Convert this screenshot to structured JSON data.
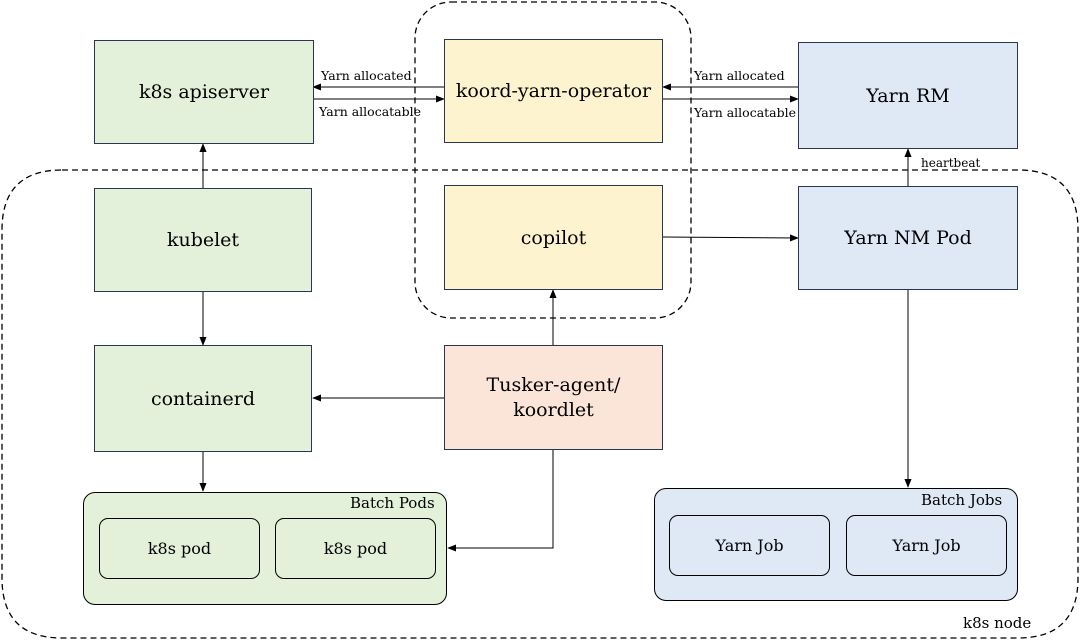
{
  "nodes": {
    "apiserver": "k8s apiserver",
    "operator": "koord-yarn-operator",
    "yarn_rm": "Yarn RM",
    "kubelet": "kubelet",
    "copilot": "copilot",
    "yarn_nm_pod": "Yarn NM Pod",
    "containerd": "containerd",
    "tusker_line1": "Tusker-agent/",
    "tusker_line2": "koordlet"
  },
  "groups": {
    "batch_pods": {
      "title": "Batch Pods",
      "items": [
        "k8s pod",
        "k8s pod"
      ]
    },
    "batch_jobs": {
      "title": "Batch Jobs",
      "items": [
        "Yarn Job",
        "Yarn Job"
      ]
    },
    "k8s_node": "k8s node"
  },
  "edge_labels": {
    "yarn_allocated_left": "Yarn allocated",
    "yarn_allocatable_left": "Yarn allocatable",
    "yarn_allocated_right": "Yarn allocated",
    "yarn_allocatable_right": "Yarn allocatable",
    "heartbeat": "heartbeat"
  },
  "colors": {
    "k8s_green": "#e3f0da",
    "koord_yellow": "#fef3cf",
    "yarn_blue": "#dfe9f6",
    "agent_peach": "#fbe4d8"
  }
}
